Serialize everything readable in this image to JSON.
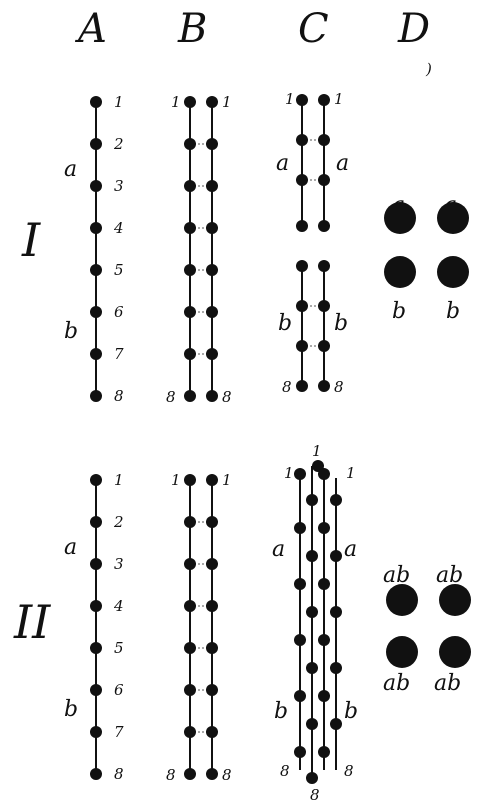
{
  "columns": {
    "A": "A",
    "B": "B",
    "C": "C",
    "D": "D"
  },
  "rows": {
    "I": "I",
    "II": "II"
  },
  "D_tick": ")",
  "A_numbers": [
    "1",
    "2",
    "3",
    "4",
    "5",
    "6",
    "7",
    "8"
  ],
  "labels": {
    "a": "a",
    "b": "b",
    "ab": "ab"
  },
  "B_end_numbers": {
    "top": "1",
    "bottom": "8"
  },
  "C_top_number": "1",
  "C_bottom_number": "8"
}
